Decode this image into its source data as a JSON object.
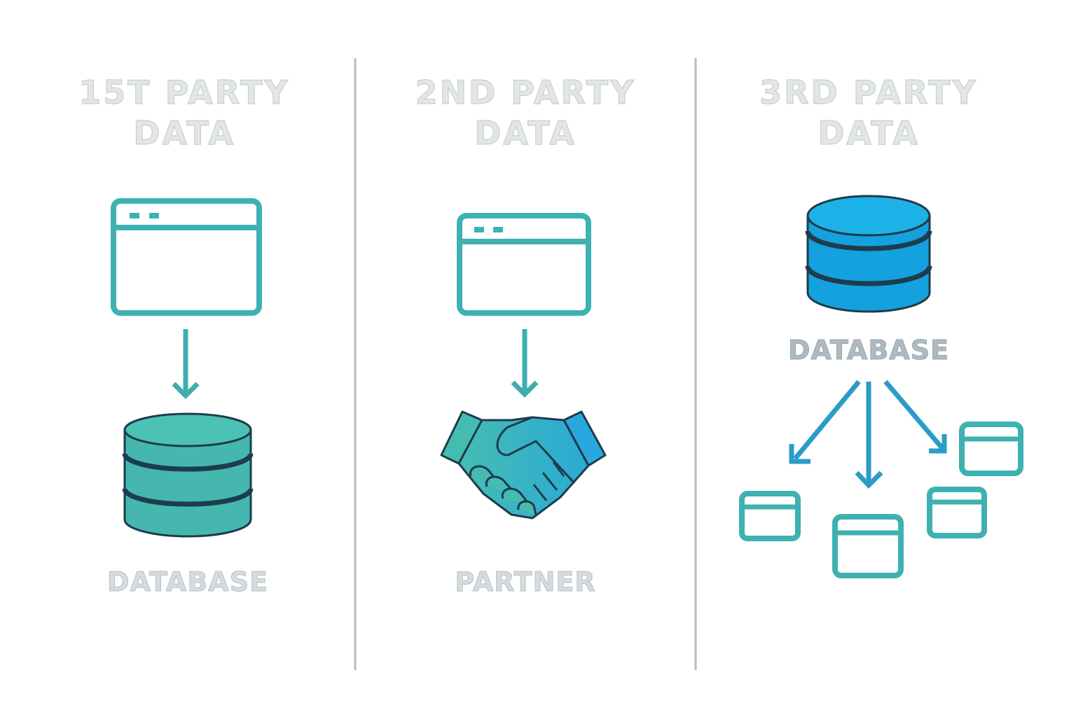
{
  "columns": [
    {
      "title_line1": "15T PARTY",
      "title_line2": "DATA",
      "label": "DATABASE"
    },
    {
      "title_line1": "2ND PARTY",
      "title_line2": "DATA",
      "label": "PARTNER"
    },
    {
      "title_line1": "3RD PARTY",
      "title_line2": "DATA",
      "label": "DATABASE"
    }
  ],
  "colors": {
    "teal": "#3fb1b1",
    "db_teal": "#49bdb3",
    "db_blue": "#1aa7e0",
    "outline": "#1d3c4c",
    "divider": "#bbbbbb"
  }
}
